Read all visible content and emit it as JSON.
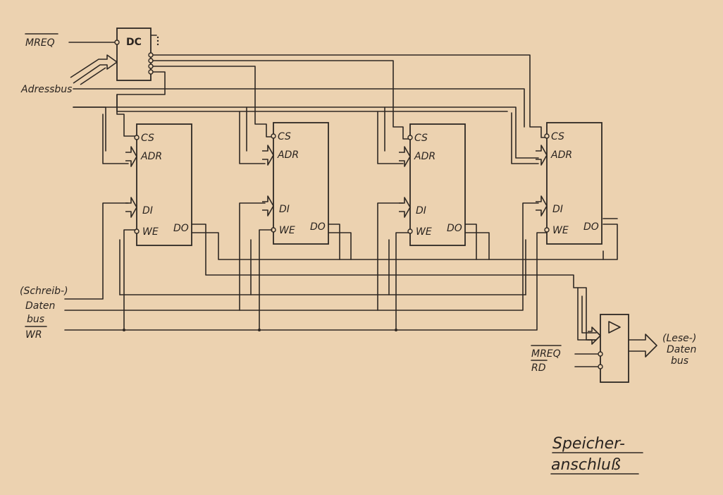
{
  "labels": {
    "mreq_top": "MREQ",
    "dc": "DC",
    "addressbus": "Adressbus",
    "write_bus_line1": "(Schreib-)",
    "write_bus_line2": "Daten",
    "write_bus_line3": "bus",
    "wr": "WR",
    "mreq_buffer": "MREQ",
    "rd": "RD",
    "read_bus_line1": "(Lese-)",
    "read_bus_line2": "Daten",
    "read_bus_line3": "bus",
    "title_line1": "Speicher-",
    "title_line2": "anschluß"
  },
  "chips": [
    {
      "cs": "CS",
      "adr": "ADR",
      "di": "DI",
      "we": "WE",
      "do": "DO"
    },
    {
      "cs": "CS",
      "adr": "ADR",
      "di": "DI",
      "we": "WE",
      "do": "DO"
    },
    {
      "cs": "CS",
      "adr": "ADR",
      "di": "DI",
      "we": "WE",
      "do": "DO"
    },
    {
      "cs": "CS",
      "adr": "ADR",
      "di": "DI",
      "we": "WE",
      "do": "DO"
    }
  ],
  "colors": {
    "paper": "#ecd2b0",
    "ink": "#2e2823"
  }
}
